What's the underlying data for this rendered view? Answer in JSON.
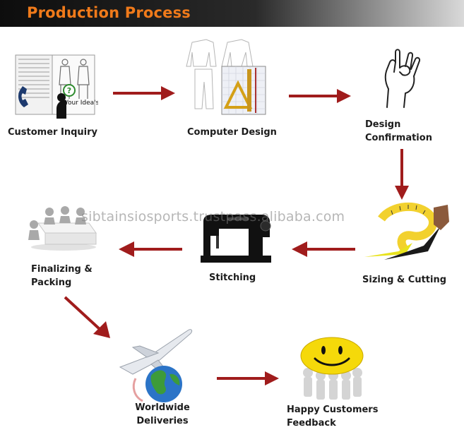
{
  "header": {
    "title": "Production Process"
  },
  "steps": [
    {
      "label": "Customer Inquiry",
      "icon_text": "Your Idea's",
      "icon_mark": "?"
    },
    {
      "label": "Computer Design"
    },
    {
      "label_lines": [
        "Design",
        "Confirmation"
      ]
    },
    {
      "label": "Sizing & Cutting"
    },
    {
      "label": "Stitching"
    },
    {
      "label_lines": [
        "Finalizing &",
        "Packing"
      ]
    },
    {
      "label_lines": [
        "Worldwide",
        "Deliveries"
      ]
    },
    {
      "label_lines": [
        "Happy Customers",
        "Feedback"
      ]
    }
  ],
  "watermark": "sibtainsiosports.trustpass.alibaba.com",
  "colors": {
    "accent": "#f07a1a",
    "arrow": "#a01c1c",
    "smiley": "#f5d90a"
  }
}
